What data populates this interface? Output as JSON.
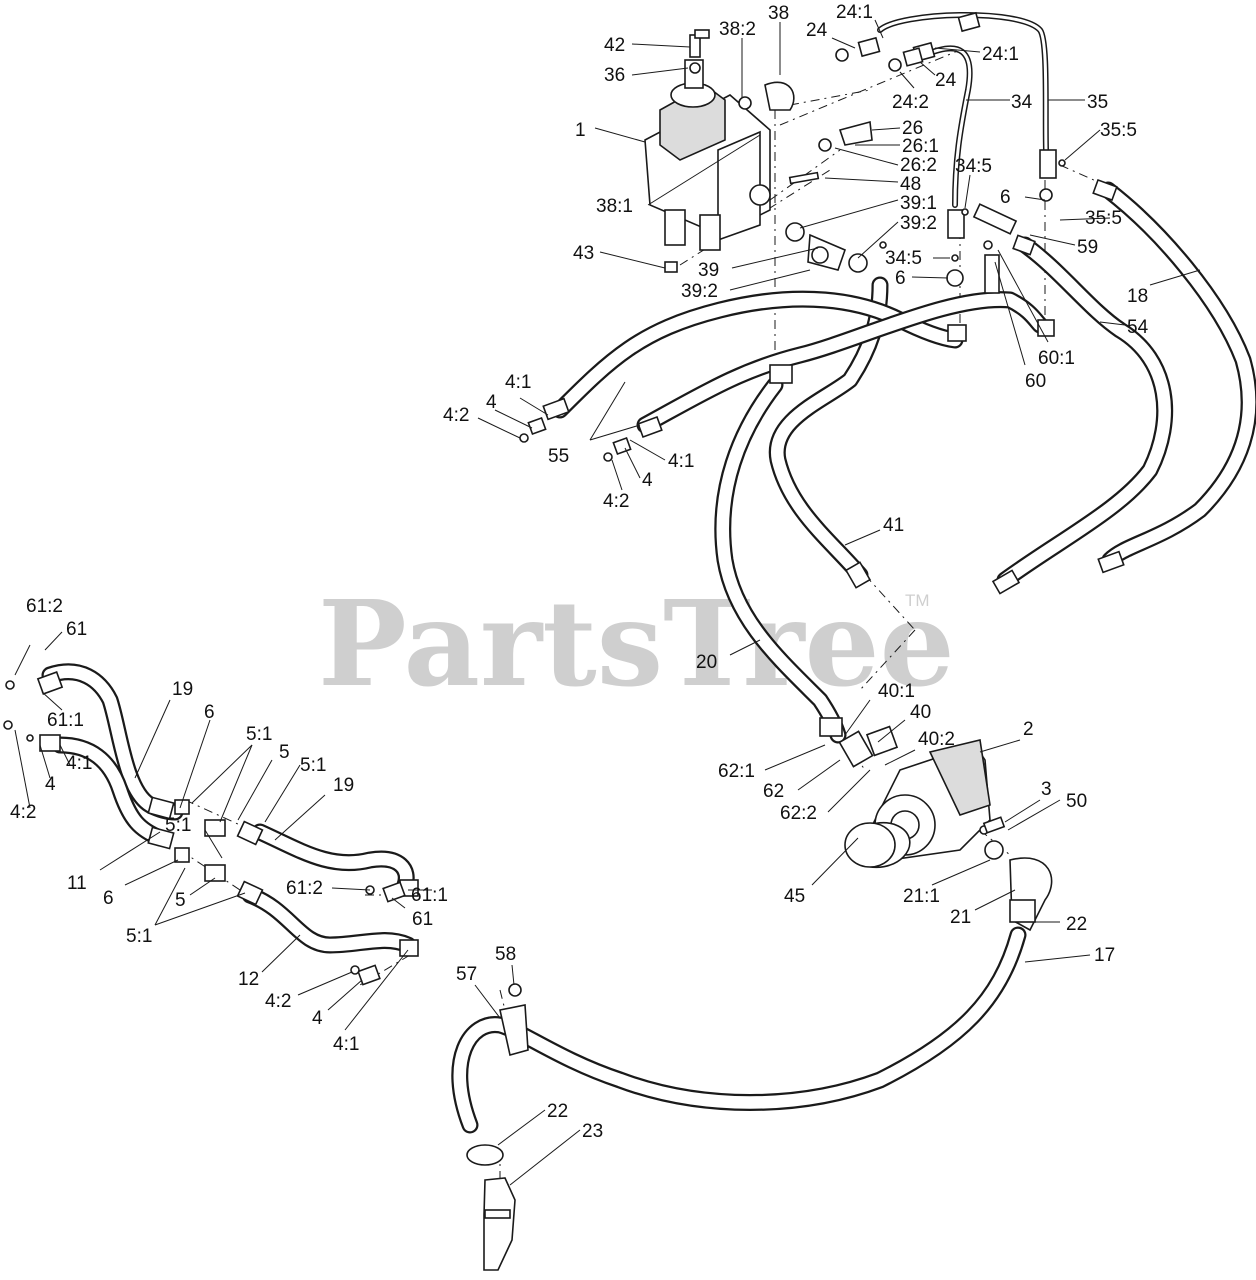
{
  "watermark": {
    "text": "PartsTree",
    "mark": "TM"
  },
  "callouts": [
    {
      "id": "c-42",
      "label": "42"
    },
    {
      "id": "c-36",
      "label": "36"
    },
    {
      "id": "c-38-2",
      "label": "38:2"
    },
    {
      "id": "c-38",
      "label": "38"
    },
    {
      "id": "c-24a",
      "label": "24"
    },
    {
      "id": "c-24-1a",
      "label": "24:1"
    },
    {
      "id": "c-24-1b",
      "label": "24:1"
    },
    {
      "id": "c-24b",
      "label": "24"
    },
    {
      "id": "c-24-2",
      "label": "24:2"
    },
    {
      "id": "c-34",
      "label": "34"
    },
    {
      "id": "c-35",
      "label": "35"
    },
    {
      "id": "c-1",
      "label": "1"
    },
    {
      "id": "c-26",
      "label": "26"
    },
    {
      "id": "c-26-1",
      "label": "26:1"
    },
    {
      "id": "c-26-2",
      "label": "26:2"
    },
    {
      "id": "c-35-5a",
      "label": "35:5"
    },
    {
      "id": "c-34-5a",
      "label": "34:5"
    },
    {
      "id": "c-48",
      "label": "48"
    },
    {
      "id": "c-38-1",
      "label": "38:1"
    },
    {
      "id": "c-39-1",
      "label": "39:1"
    },
    {
      "id": "c-6a",
      "label": "6"
    },
    {
      "id": "c-35-5b",
      "label": "35:5"
    },
    {
      "id": "c-39-2a",
      "label": "39:2"
    },
    {
      "id": "c-59",
      "label": "59"
    },
    {
      "id": "c-43",
      "label": "43"
    },
    {
      "id": "c-34-5b",
      "label": "34:5"
    },
    {
      "id": "c-39",
      "label": "39"
    },
    {
      "id": "c-6b",
      "label": "6"
    },
    {
      "id": "c-39-2b",
      "label": "39:2"
    },
    {
      "id": "c-18",
      "label": "18"
    },
    {
      "id": "c-54",
      "label": "54"
    },
    {
      "id": "c-60-1",
      "label": "60:1"
    },
    {
      "id": "c-60",
      "label": "60"
    },
    {
      "id": "c-4-1a",
      "label": "4:1"
    },
    {
      "id": "c-4a",
      "label": "4"
    },
    {
      "id": "c-4-2a",
      "label": "4:2"
    },
    {
      "id": "c-55",
      "label": "55"
    },
    {
      "id": "c-4-1b",
      "label": "4:1"
    },
    {
      "id": "c-4b",
      "label": "4"
    },
    {
      "id": "c-4-2b",
      "label": "4:2"
    },
    {
      "id": "c-41",
      "label": "41"
    },
    {
      "id": "c-61-2a",
      "label": "61:2"
    },
    {
      "id": "c-61a",
      "label": "61"
    },
    {
      "id": "c-20",
      "label": "20"
    },
    {
      "id": "c-19a",
      "label": "19"
    },
    {
      "id": "c-61-1a",
      "label": "61:1"
    },
    {
      "id": "c-40-1",
      "label": "40:1"
    },
    {
      "id": "c-6c",
      "label": "6"
    },
    {
      "id": "c-40",
      "label": "40"
    },
    {
      "id": "c-5-1a",
      "label": "5:1"
    },
    {
      "id": "c-5a",
      "label": "5"
    },
    {
      "id": "c-2",
      "label": "2"
    },
    {
      "id": "c-40-2",
      "label": "40:2"
    },
    {
      "id": "c-4-1c",
      "label": "4:1"
    },
    {
      "id": "c-4c",
      "label": "4"
    },
    {
      "id": "c-4-2c",
      "label": "4:2"
    },
    {
      "id": "c-5-1b",
      "label": "5:1"
    },
    {
      "id": "c-62-1",
      "label": "62:1"
    },
    {
      "id": "c-19b",
      "label": "19"
    },
    {
      "id": "c-62",
      "label": "62"
    },
    {
      "id": "c-3",
      "label": "3"
    },
    {
      "id": "c-50",
      "label": "50"
    },
    {
      "id": "c-62-2",
      "label": "62:2"
    },
    {
      "id": "c-5-1c",
      "label": "5:1"
    },
    {
      "id": "c-11",
      "label": "11"
    },
    {
      "id": "c-6d",
      "label": "6"
    },
    {
      "id": "c-61-2b",
      "label": "61:2"
    },
    {
      "id": "c-61-1b",
      "label": "61:1"
    },
    {
      "id": "c-45",
      "label": "45"
    },
    {
      "id": "c-21-1",
      "label": "21:1"
    },
    {
      "id": "c-5b",
      "label": "5"
    },
    {
      "id": "c-61b",
      "label": "61"
    },
    {
      "id": "c-21",
      "label": "21"
    },
    {
      "id": "c-22a",
      "label": "22"
    },
    {
      "id": "c-5-1d",
      "label": "5:1"
    },
    {
      "id": "c-17",
      "label": "17"
    },
    {
      "id": "c-58",
      "label": "58"
    },
    {
      "id": "c-57",
      "label": "57"
    },
    {
      "id": "c-12",
      "label": "12"
    },
    {
      "id": "c-4-2d",
      "label": "4:2"
    },
    {
      "id": "c-4d",
      "label": "4"
    },
    {
      "id": "c-4-1d",
      "label": "4:1"
    },
    {
      "id": "c-22b",
      "label": "22"
    },
    {
      "id": "c-23",
      "label": "23"
    }
  ]
}
